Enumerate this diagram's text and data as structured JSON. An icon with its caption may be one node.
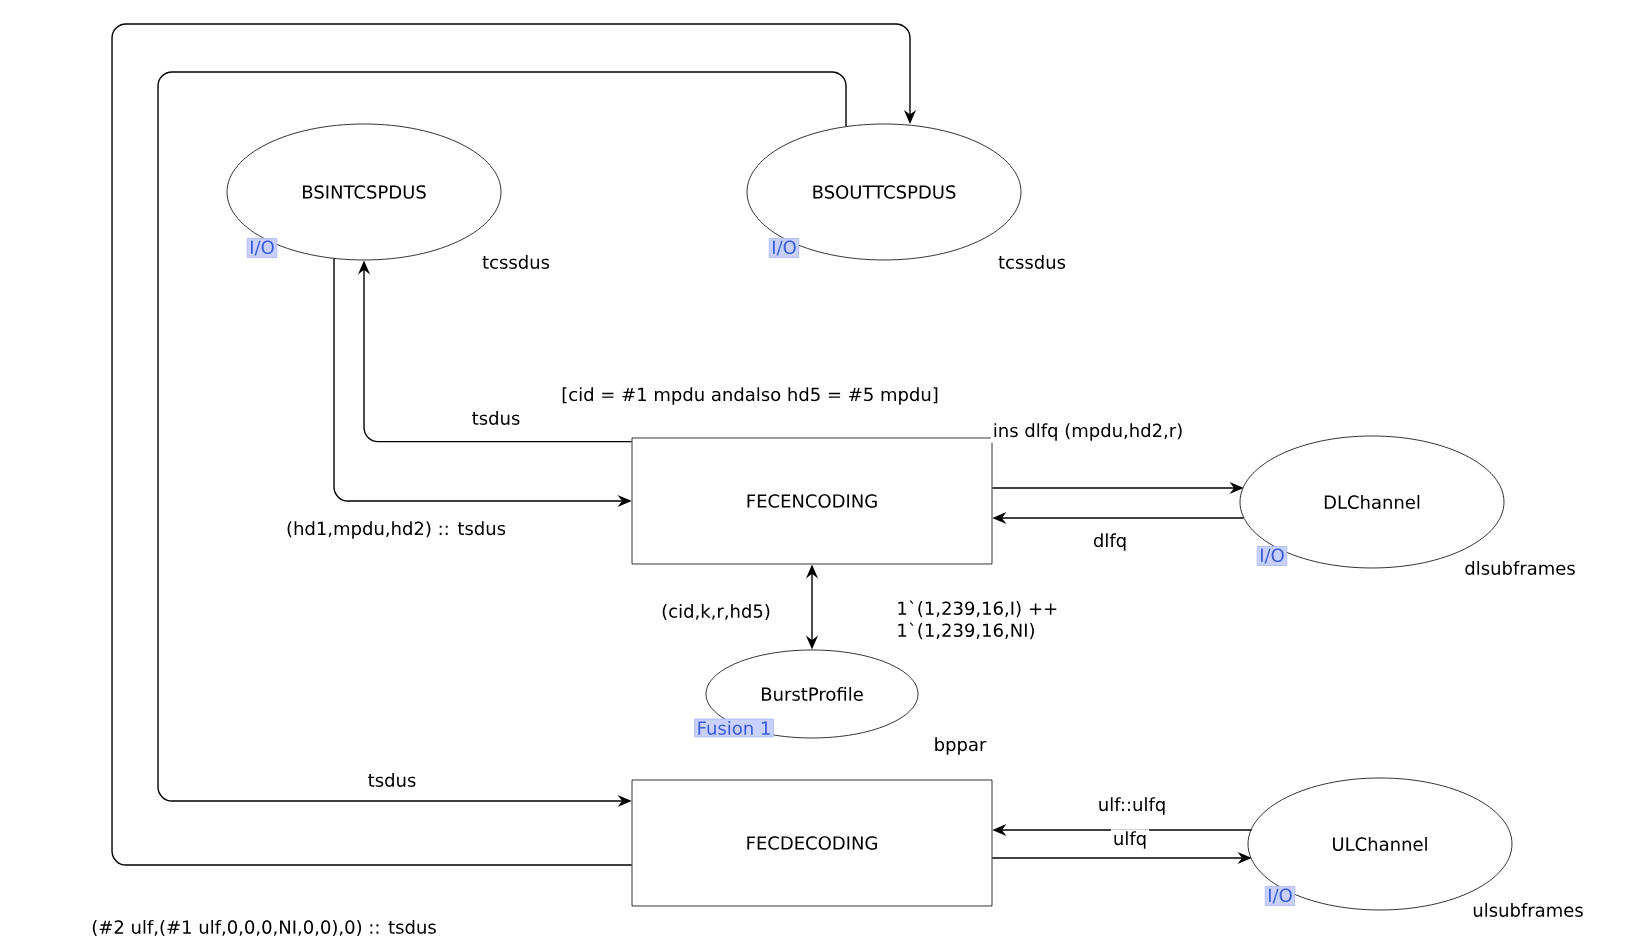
{
  "diagram": {
    "nodes": [
      {
        "text": [
          "BSINTCSPDUS"
        ],
        "beside": [
          "I/O",
          "tcssdus"
        ]
      },
      {
        "text": [
          "BSOUTTCSPDUS"
        ],
        "beside": [
          "I/O",
          "tcssdus"
        ]
      },
      {
        "text": [
          "FECENCODING"
        ],
        "beside": [
          "[cid = #1 mpdu andalso hd5 = #5 mpdu]"
        ]
      },
      {
        "text": [
          "DLChannel"
        ],
        "beside": [
          "I/O",
          "dlsubframes"
        ]
      },
      {
        "text": [
          "BurstProfile"
        ],
        "beside": [
          "1`(1,239,16,I) ++ 1`(1,239,16,NI)",
          "Fusion 1",
          "bppar"
        ]
      },
      {
        "text": [
          "FECDECODING"
        ]
      },
      {
        "text": [
          "ULChannel"
        ],
        "beside": [
          "I/O",
          "ulsubframes"
        ]
      }
    ],
    "edges": [
      {
        "from": 2,
        "to": 0,
        "arrow": "to",
        "label": "tsdus"
      },
      {
        "from": 0,
        "to": 2,
        "arrow": "to",
        "label": "(hd1,mpdu,hd2) :: tsdus"
      },
      {
        "from": 2,
        "to": 3,
        "arrow": "to",
        "label": "ins dlfq (mpdu,hd2,r)"
      },
      {
        "from": 3,
        "to": 2,
        "arrow": "to",
        "label": "dlfq"
      },
      {
        "from": 2,
        "to": 4,
        "arrow": "both",
        "label": "(cid,k,r,hd5)"
      },
      {
        "from": 1,
        "to": 5,
        "arrow": "to",
        "label": "tsdus"
      },
      {
        "from": 5,
        "to": 1,
        "arrow": "to",
        "label": "(#2 ulf,(#1 ulf,0,0,0,NI,0,0),0) :: tsdus"
      },
      {
        "from": 6,
        "to": 5,
        "arrow": "to",
        "label": "ulf::ulfq"
      },
      {
        "from": 5,
        "to": 6,
        "arrow": "to",
        "label": "ulfq"
      }
    ]
  }
}
